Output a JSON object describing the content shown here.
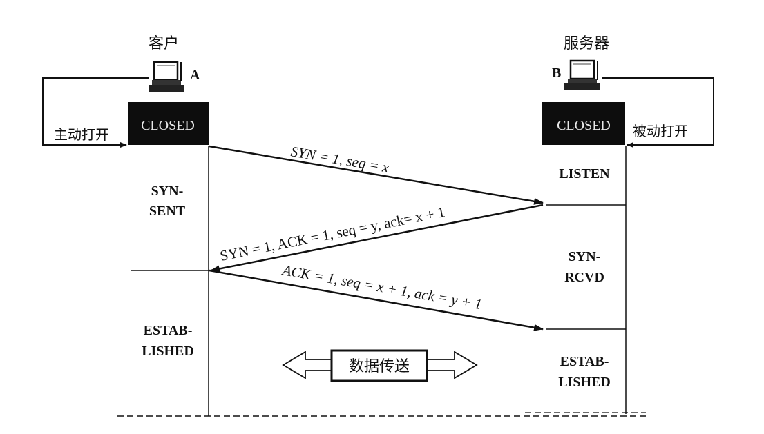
{
  "client": {
    "title": "客户",
    "host_label": "A",
    "active_open": "主动打开",
    "closed_label": "CLOSED",
    "states": {
      "syn_sent_line1": "SYN-",
      "syn_sent_line2": "SENT",
      "established_line1": "ESTAB-",
      "established_line2": "LISHED"
    }
  },
  "server": {
    "title": "服务器",
    "host_label": "B",
    "passive_open": "被动打开",
    "closed_label": "CLOSED",
    "states": {
      "listen": "LISTEN",
      "syn_rcvd_line1": "SYN-",
      "syn_rcvd_line2": "RCVD",
      "established_line1": "ESTAB-",
      "established_line2": "LISHED"
    }
  },
  "messages": {
    "msg1": "SYN = 1, seq = x",
    "msg2": "SYN = 1, ACK = 1, seq = y, ack= x + 1",
    "msg3": "ACK = 1, seq = x + 1, ack = y + 1"
  },
  "data_transfer": "数据传送"
}
